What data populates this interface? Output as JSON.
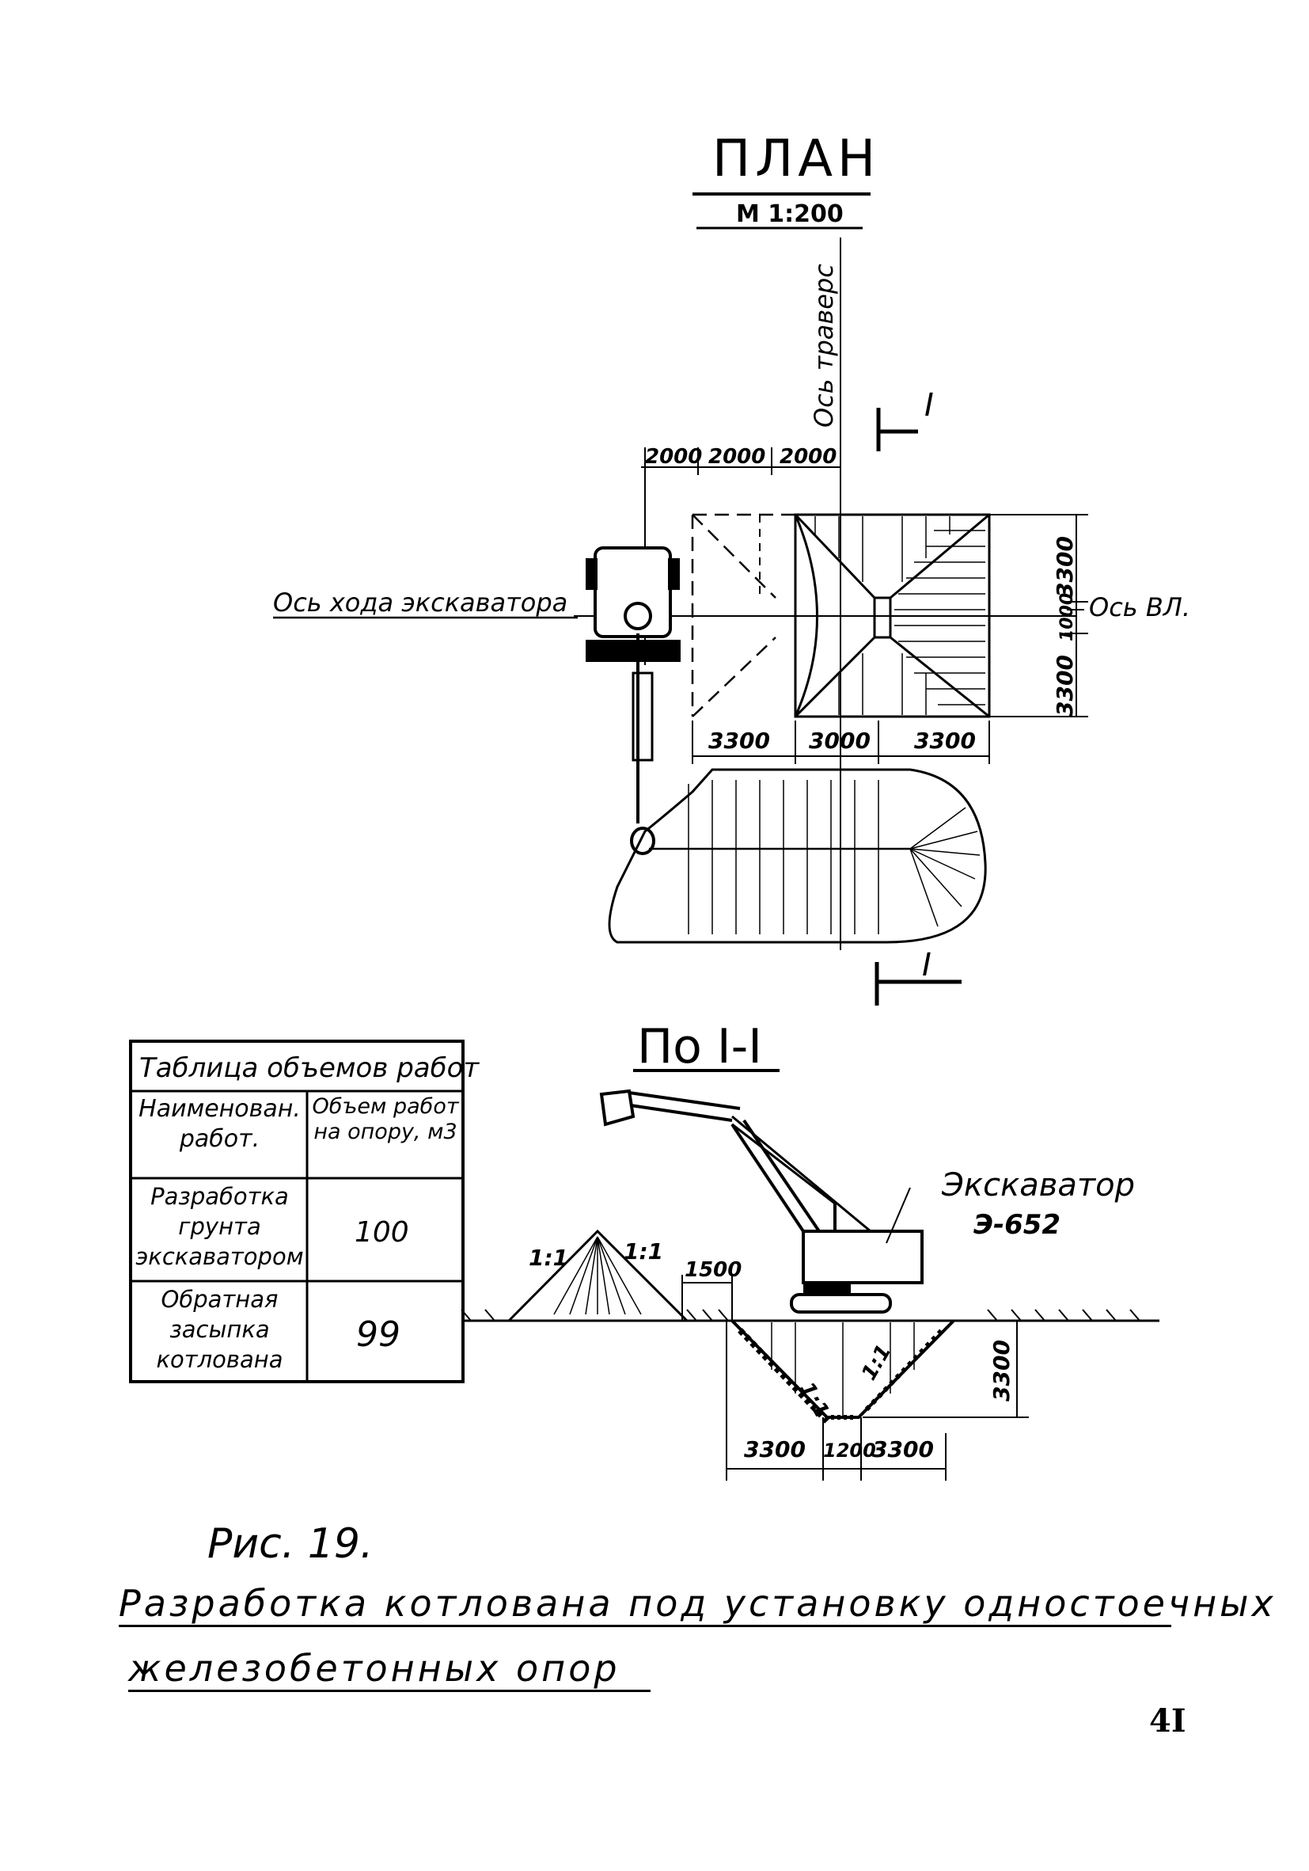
{
  "plan": {
    "title": "ПЛАН",
    "scale": "М 1:200",
    "traverse_axis_label": "Ось траверс",
    "excavator_path_label": "Ось хода экскаватора",
    "line_axis_label": "Ось ВЛ.",
    "section_mark": "I",
    "top_dims": [
      "2000",
      "2000",
      "2000"
    ],
    "bottom_dims": [
      "3300",
      "3000",
      "3300"
    ],
    "right_dims": [
      "3300",
      "1000",
      "3300"
    ]
  },
  "section": {
    "title": "По I-I",
    "excavator_label": "Экскаватор",
    "excavator_model": "Э-652",
    "slope_label": "1:1",
    "offset_dim": "1500",
    "depth_dim": "3300",
    "bottom_dims": [
      "3300",
      "1200",
      "3300"
    ]
  },
  "volume_table": {
    "title": "Таблица объемов работ",
    "col_name_header": "Наименован. работ.",
    "col_volume_header": "Объем работ на опору, м3",
    "rows": [
      {
        "name": "Разработка грунта экскаватором",
        "volume": "100"
      },
      {
        "name": "Обратная засыпка котлована",
        "volume": "99"
      }
    ]
  },
  "caption": {
    "figure": "Рис. 19.",
    "title_line1": "Разработка котлована под установку одностоечных",
    "title_line2": "железобетонных опор"
  },
  "page_number": "4I"
}
